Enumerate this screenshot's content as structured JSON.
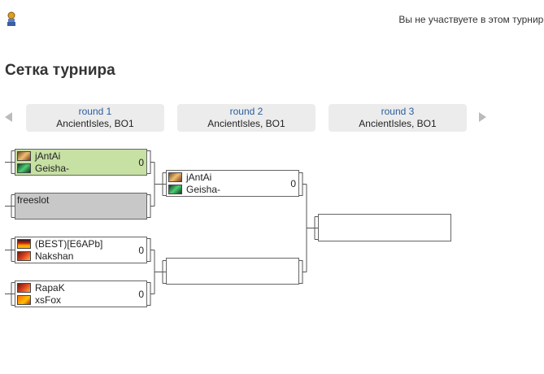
{
  "header": {
    "status_text": "Вы не участвуете в этом турнире",
    "page_title": "Сетка турнира"
  },
  "rounds": [
    {
      "label": "round 1",
      "info": "AncientIsles, BO1"
    },
    {
      "label": "round 2",
      "info": "AncientIsles, BO1"
    },
    {
      "label": "round 3",
      "info": "AncientIsles, BO1"
    }
  ],
  "matches": {
    "r1m1": {
      "p1": "jAntAi",
      "p2": "Geisha-",
      "score": "0"
    },
    "r1m2": {
      "p1": "freeslot"
    },
    "r1m3": {
      "p1": "(BEST)[E6APb]",
      "p2": "Nakshan",
      "score": "0"
    },
    "r1m4": {
      "p1": "RapaK",
      "p2": "xsFox",
      "score": "0"
    },
    "r2m1": {
      "p1": "jAntAi",
      "p2": "Geisha-",
      "score": "0"
    }
  },
  "colors": {
    "round_label": "#2a5d9f",
    "winner_bg": "#c7e0a4",
    "empty_bg": "#c8c8c8"
  }
}
